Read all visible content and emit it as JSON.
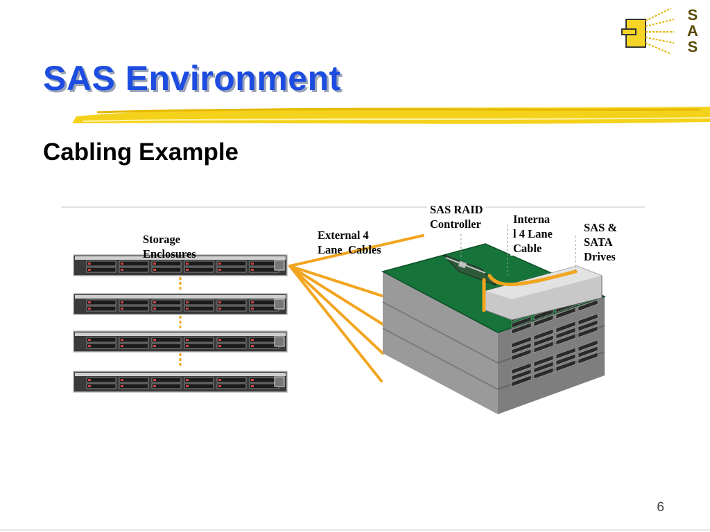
{
  "slide": {
    "title": "SAS Environment",
    "subtitle": "Cabling Example",
    "page_number": "6"
  },
  "logo": {
    "letters": [
      "S",
      "A",
      "S"
    ],
    "icon": "sas-connector-icon"
  },
  "diagram": {
    "labels": {
      "storage_enclosures": "Storage\nEnclosures",
      "external_cables": "External 4\nLane  Cables",
      "raid_controller": "SAS RAID\nController",
      "internal_cable": "Interna\nl 4 Lane\nCable",
      "drives": "SAS &\nSATA\nDrives"
    },
    "colors": {
      "cable": "#f2a51f",
      "board": "#16733a",
      "chassis": "#8b8b8b",
      "title": "#1d4ce0",
      "logo_text": "#5a4a00"
    }
  }
}
